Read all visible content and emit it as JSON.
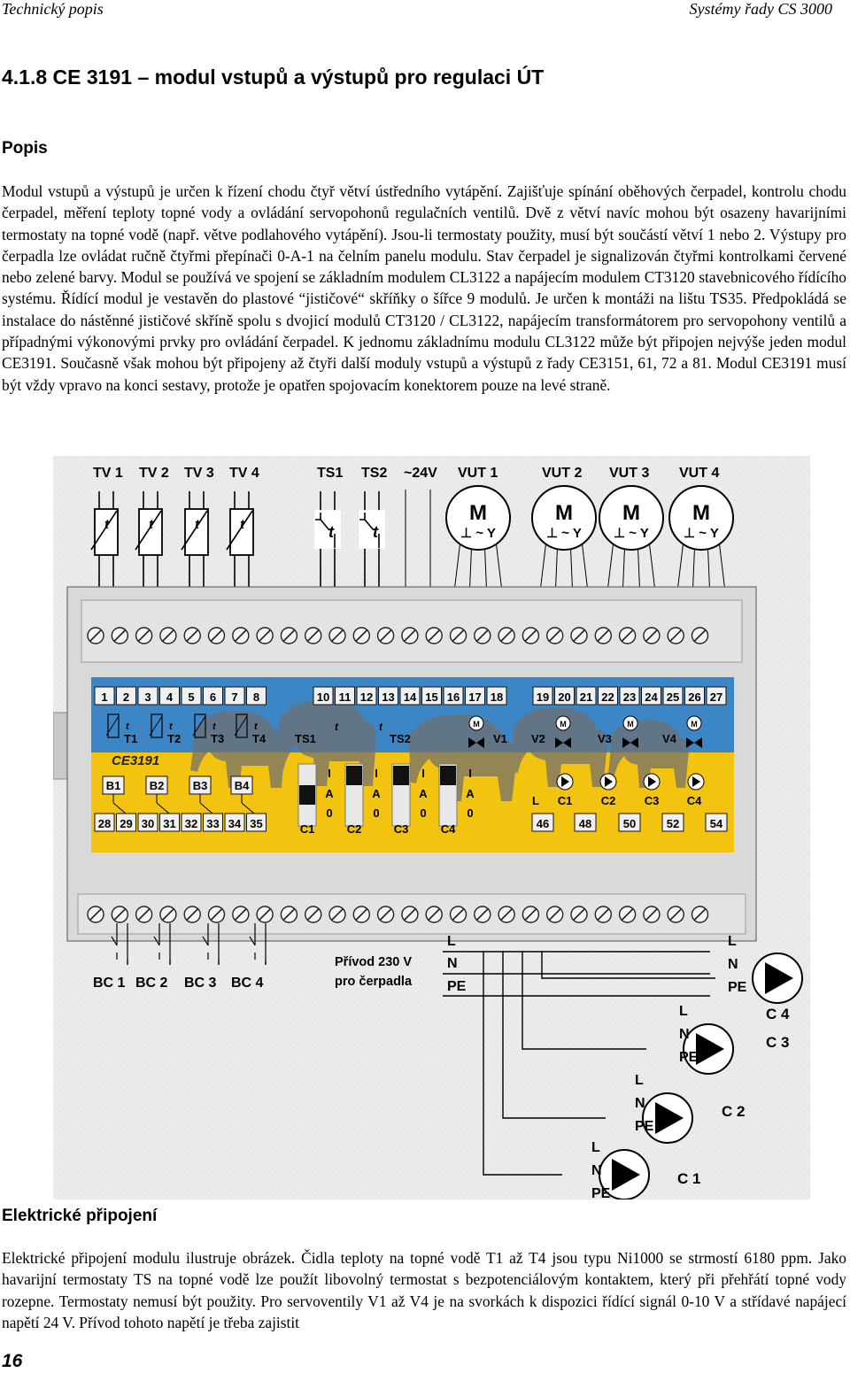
{
  "header": {
    "left": "Technický popis",
    "right": "Systémy řady CS 3000"
  },
  "section_title": "4.1.8 CE 3191 – modul vstupů a výstupů pro regulaci ÚT",
  "subheading_popis": "Popis",
  "paragraph_popis": "Modul vstupů a výstupů je určen k řízení chodu čtyř větví ústředního vytápění. Zajišťuje spínání oběhových čerpadel, kontrolu chodu čerpadel, měření teploty topné vody a ovládání servopohonů regulačních ventilů. Dvě z větví navíc mohou být osazeny havarijními termostaty na topné vodě (např. větve podlahového vytápění). Jsou-li termostaty použity, musí být součástí větví 1 nebo 2. Výstupy pro čerpadla lze ovládat ručně čtyřmi přepínači 0-A-1 na čelním panelu modulu. Stav čerpadel je signalizován čtyřmi kontrolkami červené nebo zelené barvy. Modul se používá ve spojení se základním modulem CL3122 a napájecím modulem CT3120 stavebnicového řídícího systému. Řídící modul je vestavěn do plastové “jističové“ skříňky o šířce 9 modulů. Je určen k montáži na lištu TS35. Předpokládá se instalace do nástěnné jističové skříně spolu s dvojicí modulů CT3120 / CL3122, napájecím transformátorem pro servopohony ventilů a případnými výkonovými prvky pro ovládání čerpadel. K jednomu základnímu modulu CL3122 může být připojen nejvýše jeden modul CE3191. Současně však mohou být připojeny až čtyři další moduly vstupů a výstupů z řady CE3151, 61, 72 a 81. Modul CE3191 musí být vždy vpravo na konci sestavy, protože je opatřen spojovacím konektorem pouze na levé straně.",
  "diagram": {
    "top_labels": {
      "tv": [
        "TV 1",
        "TV 2",
        "TV 3",
        "TV 4"
      ],
      "ts": [
        "TS1",
        "TS2"
      ],
      "supply": "~24V",
      "vut": [
        "VUT 1",
        "VUT 2",
        "VUT 3",
        "VUT 4"
      ]
    },
    "sensor_letter": "t",
    "motor_letter": "M",
    "motor_terminals": "⊥ ~ Y",
    "terminals_top": [
      "1",
      "2",
      "3",
      "4",
      "5",
      "6",
      "7",
      "8",
      "10",
      "11",
      "12",
      "13",
      "14",
      "15",
      "16",
      "17",
      "18",
      "19",
      "20",
      "21",
      "22",
      "23",
      "24",
      "25",
      "26",
      "27"
    ],
    "panel_labels_top": [
      "T1",
      "T2",
      "T3",
      "T4",
      "TS1",
      "TS2",
      "V1",
      "V2",
      "V3",
      "V4"
    ],
    "module_name": "CE3191",
    "b_labels": [
      "B1",
      "B2",
      "B3",
      "B4"
    ],
    "switch_positions": [
      "I",
      "A",
      "0"
    ],
    "c_labels": [
      "C1",
      "C2",
      "C3",
      "C4"
    ],
    "led_labels": [
      "L",
      "C1",
      "C2",
      "C3",
      "C4"
    ],
    "terminals_bottom_left": [
      "28",
      "29",
      "30",
      "31",
      "32",
      "33",
      "34",
      "35"
    ],
    "terminals_bottom_right": [
      "46",
      "48",
      "50",
      "52",
      "54"
    ],
    "bc_labels": [
      "BC 1",
      "BC 2",
      "BC 3",
      "BC 4"
    ],
    "supply_label_1": "Přívod 230 V",
    "supply_label_2": "pro čerpadla",
    "wire_L": "L",
    "wire_N": "N",
    "wire_PE": "PE",
    "pump_labels": [
      "C 1",
      "C 2",
      "C 3",
      "C 4"
    ]
  },
  "subheading_pripojeni": "Elektrické připojení",
  "paragraph_pripojeni": "Elektrické připojení modulu ilustruje obrázek. Čidla teploty na topné vodě T1 až T4 jsou typu Ni1000 se strmostí 6180 ppm. Jako havarijní termostaty TS na topné vodě lze použít libovolný termostat s bezpotenciálovým kontaktem, který při přehřátí topné vody rozepne. Termostaty nemusí být použity. Pro servoventily V1 až V4 je na svorkách k dispozici řídící signál 0-10 V a střídavé napájecí napětí 24 V. Přívod tohoto napětí je třeba zajistit",
  "page_number": "16",
  "colors": {
    "panel_blue": "#3d86c6",
    "panel_yellow": "#f2c40f",
    "housing": "#d8d8d8"
  }
}
